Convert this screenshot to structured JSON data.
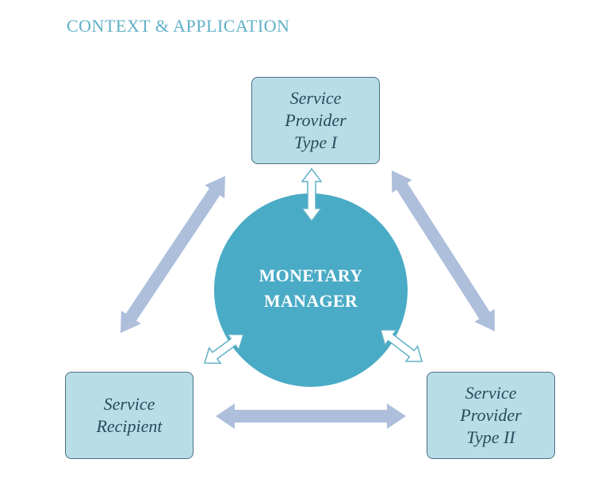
{
  "title": "CONTEXT & APPLICATION",
  "center": {
    "line1": "MONETARY",
    "line2": "MANAGER"
  },
  "nodes": {
    "provider_type_1": [
      "Service",
      "Provider",
      "Type I"
    ],
    "recipient": [
      "Service",
      "Recipient"
    ],
    "provider_type_2": [
      "Service",
      "Provider",
      "Type II"
    ]
  },
  "colors": {
    "title": "#5fb0c7",
    "circle": "#4aabc6",
    "box_fill": "#b8dde6",
    "box_border": "#4a6f86",
    "outer_arrows": "#aebfdc",
    "hollow_arrow_stroke": "#5fb0c7"
  },
  "edges": [
    {
      "from": "provider_type_1",
      "to": "monetary_manager",
      "style": "hollow-double-arrow"
    },
    {
      "from": "recipient",
      "to": "monetary_manager",
      "style": "hollow-double-arrow"
    },
    {
      "from": "provider_type_2",
      "to": "monetary_manager",
      "style": "hollow-double-arrow"
    },
    {
      "from": "provider_type_1",
      "to": "recipient",
      "style": "solid-double-arrow"
    },
    {
      "from": "provider_type_1",
      "to": "provider_type_2",
      "style": "solid-double-arrow"
    },
    {
      "from": "recipient",
      "to": "provider_type_2",
      "style": "solid-double-arrow"
    }
  ]
}
